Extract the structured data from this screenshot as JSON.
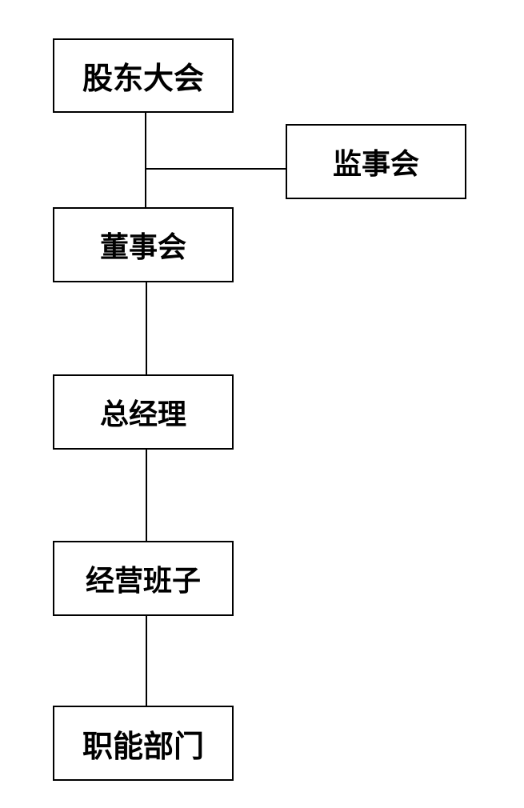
{
  "nodes": {
    "shareholders": "股东大会",
    "supervisors": "监事会",
    "board": "董事会",
    "general_manager": "总经理",
    "management_team": "经营班子",
    "departments": "职能部门"
  },
  "colors": {
    "line": "#000000",
    "box_border": "#000000",
    "background": "#ffffff",
    "text": "#000000"
  }
}
